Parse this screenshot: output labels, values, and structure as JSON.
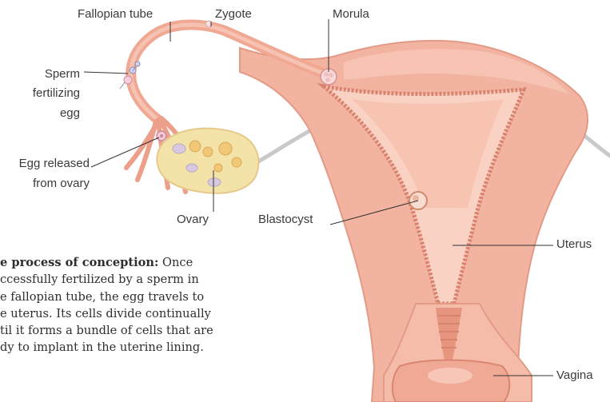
{
  "labels": {
    "fallopian_tube": "Fallopian tube",
    "zygote": "Zygote",
    "morula": "Morula",
    "sperm_line1": "Sperm",
    "sperm_line2": "fertilizing",
    "sperm_line3": "egg",
    "egg_line1": "Egg released",
    "egg_line2": "from ovary",
    "ovary": "Ovary",
    "blastocyst": "Blastocyst",
    "uterus": "Uterus",
    "vagina": "Vagina"
  },
  "caption": {
    "lines": [
      "e process of conception:",
      " Once",
      "ccessfully fertilized by a sperm in",
      "e fallopian tube, the egg travels to",
      "e uterus. Its cells divide continually",
      "til it forms a bundle of cells that are",
      "dy to implant in the uterine lining."
    ]
  },
  "colors": {
    "tissue": "#f3b3a1",
    "tissue_dark": "#e08c78",
    "tissue_light": "#f9d2c4",
    "ovary": "#f4e3a8",
    "ligament": "#c8c8c8",
    "leader_line": "#333333"
  }
}
